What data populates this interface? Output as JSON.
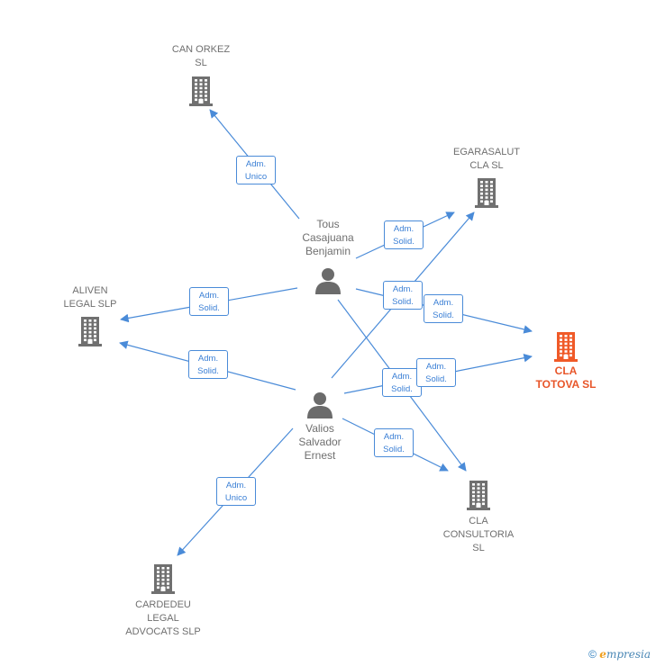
{
  "nodes": {
    "can_orkez": {
      "label": "CAN ORKEZ\nSL",
      "kind": "company"
    },
    "egarasalut": {
      "label": "EGARASALUT\nCLA  SL",
      "kind": "company"
    },
    "aliven": {
      "label": "ALIVEN\nLEGAL  SLP",
      "kind": "company"
    },
    "cla_totova": {
      "label": "CLA\nTOTOVA  SL",
      "kind": "company-focus"
    },
    "cla_consultoria": {
      "label": "CLA\nCONSULTORIA\nSL",
      "kind": "company"
    },
    "cardedeu": {
      "label": "CARDEDEU\nLEGAL\nADVOCATS SLP",
      "kind": "company"
    },
    "tous": {
      "label": "Tous\nCasajuana\nBenjamin",
      "kind": "person"
    },
    "valios": {
      "label": "Valios\nSalvador\nErnest",
      "kind": "person"
    }
  },
  "edges": [
    {
      "from": "tous",
      "to": "can_orkez",
      "role": "Adm.\nUnico"
    },
    {
      "from": "tous",
      "to": "egarasalut",
      "role": "Adm.\nSolid."
    },
    {
      "from": "tous",
      "to": "aliven",
      "role": "Adm.\nSolid."
    },
    {
      "from": "tous",
      "to": "cla_totova",
      "role": "Adm.\nSolid."
    },
    {
      "from": "tous",
      "to": "cla_consultoria",
      "role": "Adm.\nSolid."
    },
    {
      "from": "valios",
      "to": "egarasalut",
      "role": "Adm.\nSolid."
    },
    {
      "from": "valios",
      "to": "aliven",
      "role": "Adm.\nSolid."
    },
    {
      "from": "valios",
      "to": "cla_totova",
      "role": "Adm.\nSolid."
    },
    {
      "from": "valios",
      "to": "cla_consultoria",
      "role": "Adm.\nSolid."
    },
    {
      "from": "valios",
      "to": "cardedeu",
      "role": "Adm.\nUnico"
    }
  ],
  "footer": {
    "copyright": "©",
    "brand_e": "e",
    "brand_rest": "mpresia"
  },
  "colors": {
    "edge": "#4a8bd8",
    "company": "#707070",
    "focus": "#f05a28",
    "person": "#6b6b6b"
  }
}
